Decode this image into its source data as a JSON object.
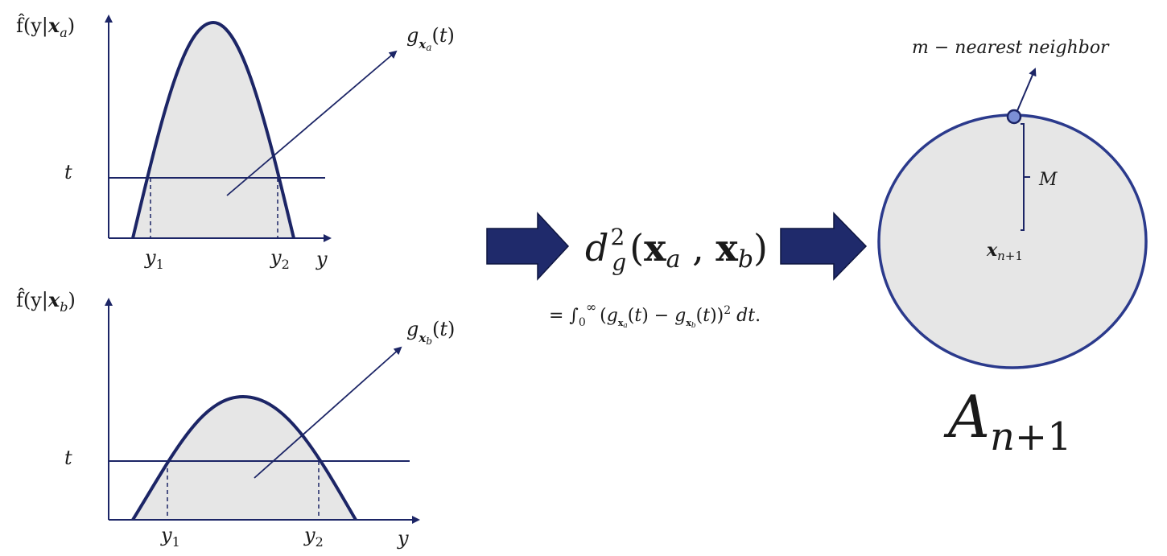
{
  "top_plot": {
    "y_axis_label": "f̂(y|x_a)",
    "t_label": "t",
    "y1_label": "y₁",
    "y2_label": "y₂",
    "x_axis_label": "y",
    "g_label": "g_{x_a}(t)"
  },
  "bottom_plot": {
    "y_axis_label": "f̂(y|x_b)",
    "t_label": "t",
    "y1_label": "y₁",
    "y2_label": "y₂",
    "x_axis_label": "y",
    "g_label": "g_{x_b}(t)"
  },
  "distance": {
    "symbol": "d",
    "superscript": "2",
    "subscript": "g",
    "args": "(x_a , x_b)",
    "formula": "= ∫₀^∞ (g_{x_a}(t) − g_{x_b}(t))² dt."
  },
  "neighborhood": {
    "nn_label": "m − nearest neighbor",
    "radius_label": "M",
    "center_label": "x_{n+1}",
    "set_name": "A",
    "set_subscript": "n+1"
  },
  "colors": {
    "navy": "#1c2566",
    "arrow_fill": "#1f2a6b",
    "fill_gray": "#e6e6e6",
    "circle_stroke": "#2b3a8c",
    "dot_fill": "#7b8fd6"
  }
}
